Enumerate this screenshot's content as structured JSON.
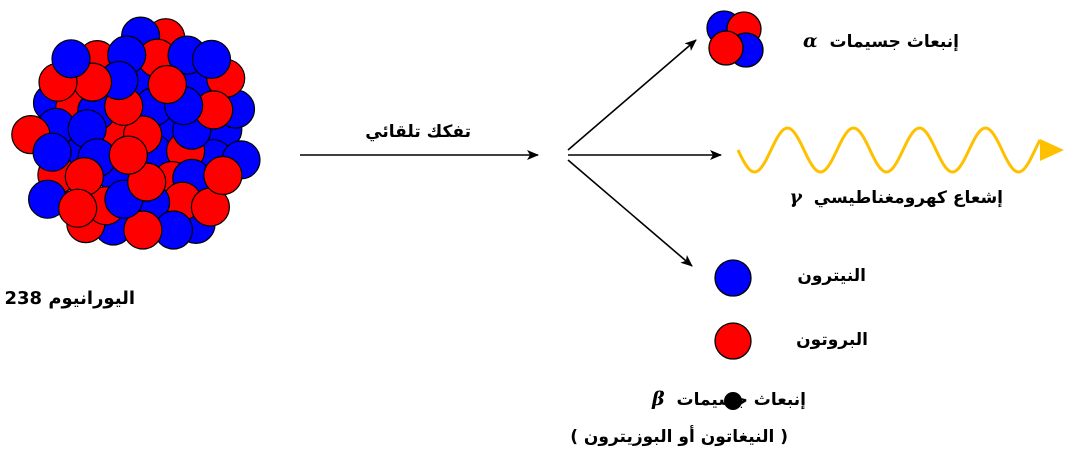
{
  "colors": {
    "proton": "#ff0000",
    "neutron": "#0000ff",
    "electron": "#000000",
    "gamma_wave": "#ffc000",
    "outline": "#000000"
  },
  "nucleus": {
    "label": "اليورانيوم 238"
  },
  "process": {
    "label": "تفكك تلقائي"
  },
  "alpha": {
    "label": "إنبعاث جسيمات",
    "symbol": "α"
  },
  "gamma": {
    "label": "إشعاع كهرومغناطيسي",
    "symbol": "γ"
  },
  "legend": {
    "neutron_label": "النيترون",
    "proton_label": "البروتون",
    "beta_label": "إنبعاث جسيمات",
    "beta_symbol": "β",
    "beta_note": "( النيغاتون أو البوزيترون )"
  }
}
